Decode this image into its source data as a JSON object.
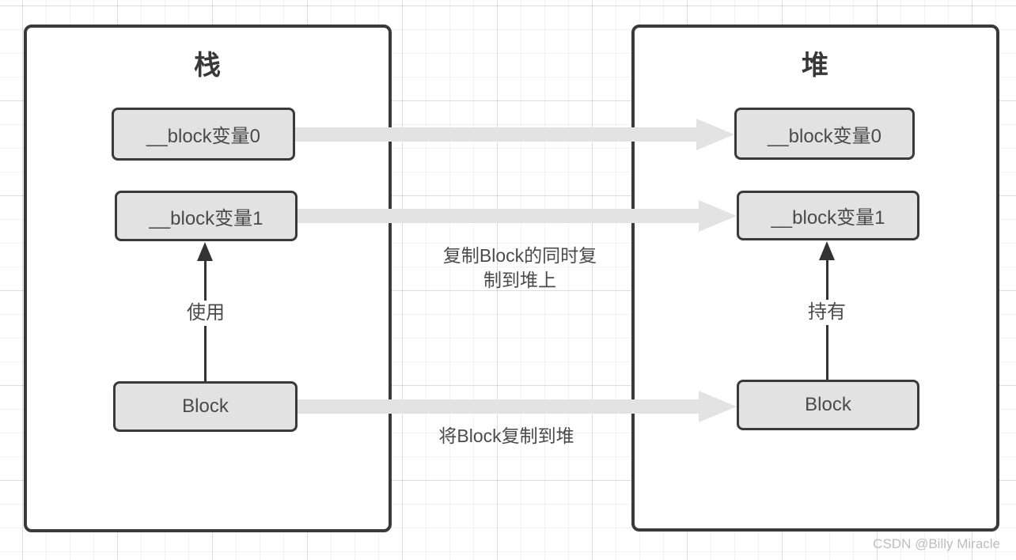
{
  "diagram": {
    "stack": {
      "title": "栈",
      "nodes": [
        {
          "label": "__block变量0"
        },
        {
          "label": "__block变量1"
        },
        {
          "label": "Block"
        }
      ],
      "edge_label": "使用"
    },
    "heap": {
      "title": "堆",
      "nodes": [
        {
          "label": "__block变量0"
        },
        {
          "label": "__block变量1"
        },
        {
          "label": "Block"
        }
      ],
      "edge_label": "持有"
    },
    "copy_arrows": {
      "vars_label_line1": "复制Block的同时复",
      "vars_label_line2": "制到堆上",
      "block_label": "将Block复制到堆"
    },
    "colors": {
      "panel_border": "#3a3a3a",
      "node_fill": "#e2e2e2",
      "node_border": "#3a3a3a",
      "copy_arrow": "#e3e3e3",
      "relation_arrow": "#333333",
      "text": "#4a4a4a",
      "watermark": "#bdbdbd",
      "grid_line": "rgba(0,0,0,0.05)"
    },
    "watermark": "CSDN @Billy Miracle"
  }
}
